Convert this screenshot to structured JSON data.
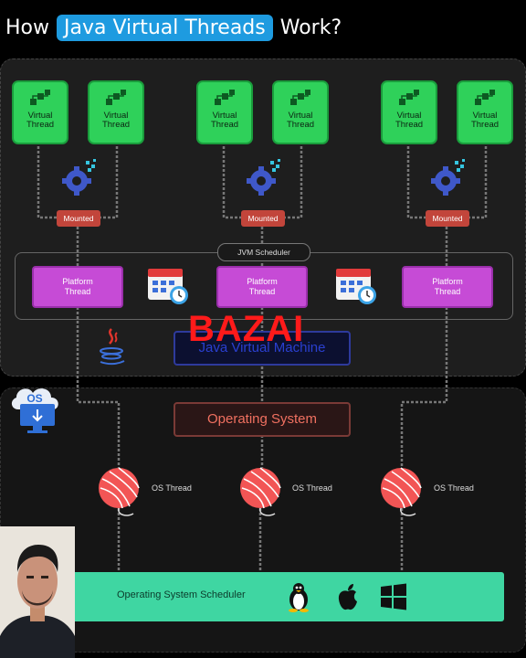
{
  "title": {
    "prefix": "How",
    "highlight": "Java Virtual Threads",
    "suffix": "Work?"
  },
  "virtual_thread_label": "Virtual Thread",
  "mounted_label": "Mounted",
  "jvm_scheduler_label": "JVM Scheduler",
  "platform_thread_label": "Platform Thread",
  "jvm_machine_label": "Java Virtual Machine",
  "watermark": "BAZAI",
  "operating_system_label": "Operating System",
  "os_thread_label": "OS Thread",
  "os_badge": "OS",
  "os_scheduler_label": "Operating System Scheduler",
  "colors": {
    "virtual_thread": "#2fd15a",
    "platform_thread": "#c64bd6",
    "mounted": "#c2453b",
    "highlight": "#1e9be0",
    "scheduler": "#3fd6a2"
  }
}
